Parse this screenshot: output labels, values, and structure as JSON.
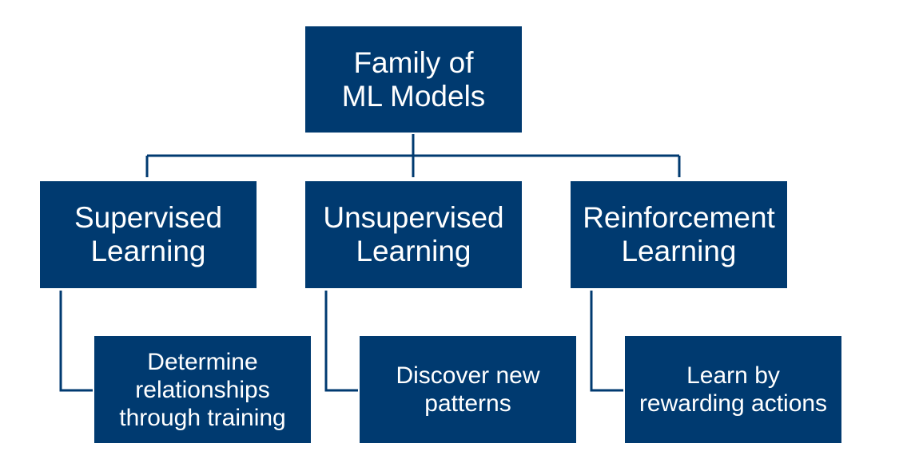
{
  "root": {
    "label": "Family of\nML Models"
  },
  "categories": [
    {
      "label": "Supervised\nLearning",
      "description": "Determine\nrelationships\nthrough training"
    },
    {
      "label": "Unsupervised\nLearning",
      "description": "Discover new\npatterns"
    },
    {
      "label": "Reinforcement\nLearning",
      "description": "Learn by\nrewarding actions"
    }
  ],
  "colors": {
    "box": "#003a70",
    "text": "#ffffff",
    "line": "#003a70"
  }
}
